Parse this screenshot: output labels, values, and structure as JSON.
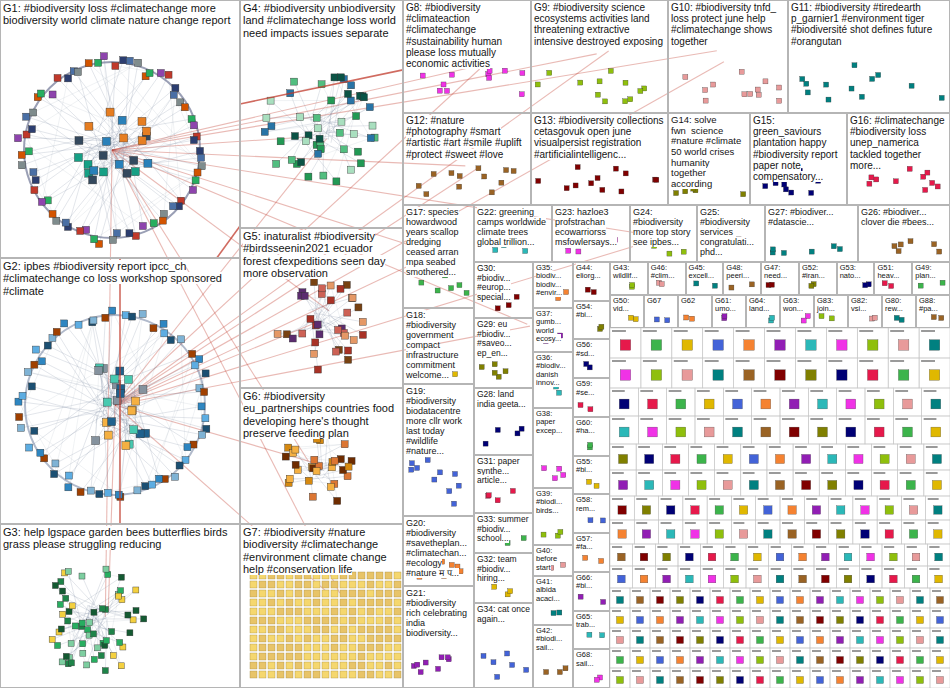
{
  "diagram": {
    "nodes": [
      {
        "text": [
          "G1: #biodiversity loss #climatechange more biodiversity world climate nature change report"
        ]
      },
      {
        "text": [
          "G2: ipbes #biodiversity report ipcc_ch #climatechange co loss workshop sponsored #climate"
        ]
      },
      {
        "text": [
          "G3: help lgspace garden bees butterflies birds grass please struggling reducing"
        ]
      },
      {
        "text": [
          "G4: #biodiversity unbiodiversity land #climatechange loss world need impacts issues separate"
        ]
      },
      {
        "text": [
          "G5: inaturalist #biodiversity #birdsseenin2021 ecuador forest cfexpeditions seen day more observation"
        ]
      },
      {
        "text": [
          "G6: #biodiversity eu_partnerships countries food developing here's thought preserve feeding plan"
        ]
      },
      {
        "text": [
          "G7: #biodiversity #nature biodiversity #climatechange #environment climate change help #conservation life"
        ]
      },
      {
        "text": [
          "G8: #biodiversity #climateaction #climatechange #sustainability human please loss mutually economic activities"
        ]
      },
      {
        "text": [
          "G9: #biodiversity science ecosystems activities land threatening extractive intensive destroyed exposing"
        ]
      },
      {
        "text": [
          "G10: #biodiversity tnfd_ loss protect june help #climatechange shows together"
        ]
      },
      {
        "text": [
          "G11: #biodiversity #tiredearth p_garnier1 #environment tiger #biodiversité shot defines future #orangutan"
        ]
      },
      {
        "text": [
          "G12: #nature #photography #smart #artistic #art #smile #uplift #protect #sweet #love"
        ]
      },
      {
        "text": [
          "G13: #biodiversity collections cetasgovuk open june visualpersist registration #artificialintelligenc..."
        ]
      },
      {
        "text": [
          "G14: solve fwn_science #nature #climate 50 world crises humanity together according"
        ]
      },
      {
        "text": [
          "G15: green_saviours plantation happy #biodiversity report paper note compensatory..."
        ]
      },
      {
        "text": [
          "G16: #climatechange #biodiversity loss unep_namerica tackled together more..."
        ]
      },
      {
        "text": [
          "G17: species howardwood years scallop dredging ceased arran mpa seabed smothered..."
        ]
      },
      {
        "text": [
          "G18: #biodiversity government compact infrastructure commitment welcome..."
        ]
      },
      {
        "text": [
          "G19: #biodiversity biodatacentre more cllr work last today #wildlife #nature..."
        ]
      },
      {
        "text": [
          "G20: #biodiversity #savetheplan... #climatechan... #ecology #nature म प..."
        ]
      },
      {
        "text": [
          "G21: #biodiversity rich celebrating india biodiversity..."
        ]
      },
      {
        "text": [
          "G22: greening camps worldwide climate trees global trillion..."
        ]
      },
      {
        "text": [
          "G23: hazloe3 profstrachan ecowarriorss msfowlersays..."
        ]
      },
      {
        "text": [
          "G24: #biodiversity more top story see ipbes..."
        ]
      },
      {
        "text": [
          "G25: #biodiversity services congratulati... phd..."
        ]
      },
      {
        "text": [
          "G27: #biodiver... #datascie..."
        ]
      },
      {
        "text": [
          "G26: #biodiver... clover die #bees..."
        ]
      },
      {
        "text": [
          "G30: #biodiv... #europ... special..."
        ]
      },
      {
        "text": [
          "G29: eu #biodiv... #saveo... ep_en..."
        ]
      },
      {
        "text": [
          "G28: land india geeta..."
        ]
      },
      {
        "text": [
          "G31: paper synthe... article..."
        ]
      },
      {
        "text": [
          "G33: summer #biodiv... school..."
        ]
      },
      {
        "text": [
          "G32: team #biodiv... hiring..."
        ]
      },
      {
        "text": [
          "G34: cat once again..."
        ]
      },
      {
        "text": [
          "G35: biodiv... biodiv... #envir..."
        ]
      },
      {
        "text": [
          "G37: gumb... world ecosy..."
        ]
      },
      {
        "text": [
          "G36: #biodiv... danish innov..."
        ]
      },
      {
        "text": [
          "G38: paper excep..."
        ]
      },
      {
        "text": [
          "G39: #biodi... birds..."
        ]
      },
      {
        "text": [
          "G40: before start"
        ]
      },
      {
        "text": [
          "G41: albida acaci..."
        ]
      },
      {
        "text": [
          "G42: #biodi... sail..."
        ]
      },
      {
        "text": [
          "G44: eliorg..."
        ]
      },
      {
        "text": [
          "G54: #bi..."
        ]
      },
      {
        "text": [
          "G56: #sd..."
        ]
      },
      {
        "text": [
          "G59: #se..."
        ]
      },
      {
        "text": [
          "G60: #ha..."
        ]
      },
      {
        "text": [
          "G55: #bi..."
        ]
      },
      {
        "text": [
          "G58: rem..."
        ]
      },
      {
        "text": [
          "G57: #fa..."
        ]
      },
      {
        "text": [
          "G66: #bi..."
        ]
      },
      {
        "text": [
          "G65: trab..."
        ]
      },
      {
        "text": [
          "G68: sail..."
        ]
      },
      {
        "text": [
          "G43: wildlif..."
        ]
      },
      {
        "text": [
          "G46: #clim..."
        ]
      },
      {
        "text": [
          "G45: excell..."
        ]
      },
      {
        "text": [
          "G48: peeri..."
        ]
      },
      {
        "text": [
          "G47: need..."
        ]
      },
      {
        "text": [
          "G52: #iran..."
        ]
      },
      {
        "text": [
          "G53: nato..."
        ]
      },
      {
        "text": [
          "G51: heav..."
        ]
      },
      {
        "text": [
          "G49: plan..."
        ]
      },
      {
        "text": [
          "G50: vid..."
        ]
      },
      {
        "text": [
          "G67"
        ]
      },
      {
        "text": [
          "G62"
        ]
      },
      {
        "text": [
          "G61: umo..."
        ]
      },
      {
        "text": [
          "G64: land..."
        ]
      },
      {
        "text": [
          "G63: won..."
        ]
      },
      {
        "text": [
          "G83: join..."
        ]
      },
      {
        "text": [
          "G82: vsi..."
        ]
      },
      {
        "text": [
          "G80: rew..."
        ]
      },
      {
        "text": [
          "G88: #pa..."
        ]
      }
    ],
    "edges": [
      {
        "from": 0,
        "to": 1,
        "arrow": "none"
      },
      {
        "from": 0,
        "to": 3,
        "arrow": "none"
      },
      {
        "from": 0,
        "to": 4,
        "arrow": "none"
      },
      {
        "from": 1,
        "to": 2,
        "arrow": "none"
      },
      {
        "from": 1,
        "to": 4,
        "arrow": "none"
      },
      {
        "from": 0,
        "to": 7,
        "arrow": "none"
      },
      {
        "from": 1,
        "to": 5,
        "arrow": "none"
      },
      {
        "from": 3,
        "to": 7,
        "arrow": "none"
      },
      {
        "from": 0,
        "to": 2,
        "arrow": "none"
      },
      {
        "from": 1,
        "to": 3,
        "arrow": "none"
      }
    ]
  }
}
